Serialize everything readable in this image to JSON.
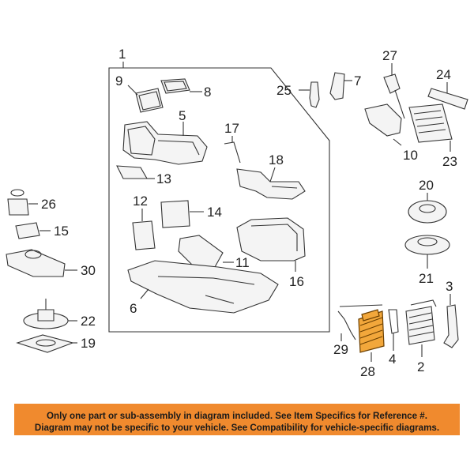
{
  "callouts": {
    "c1": "1",
    "c2": "2",
    "c3": "3",
    "c4": "4",
    "c5": "5",
    "c6": "6",
    "c7": "7",
    "c8": "8",
    "c9": "9",
    "c10": "10",
    "c11": "11",
    "c12": "12",
    "c13": "13",
    "c14": "14",
    "c15": "15",
    "c16": "16",
    "c17": "17",
    "c18": "18",
    "c19": "19",
    "c20": "20",
    "c21": "21",
    "c22": "22",
    "c23": "23",
    "c24": "24",
    "c25": "25",
    "c26": "26",
    "c27": "27",
    "c28": "28",
    "c29": "29",
    "c30": "30"
  },
  "colors": {
    "highlight": "#f2a73b",
    "banner": "#f08a2e"
  },
  "disclaimer": {
    "line1": "Only one part or sub-assembly in diagram included. See Item Specifics for Reference #.",
    "line2": "Diagram may not be specific to your vehicle. See Compatibility for vehicle-specific diagrams."
  }
}
